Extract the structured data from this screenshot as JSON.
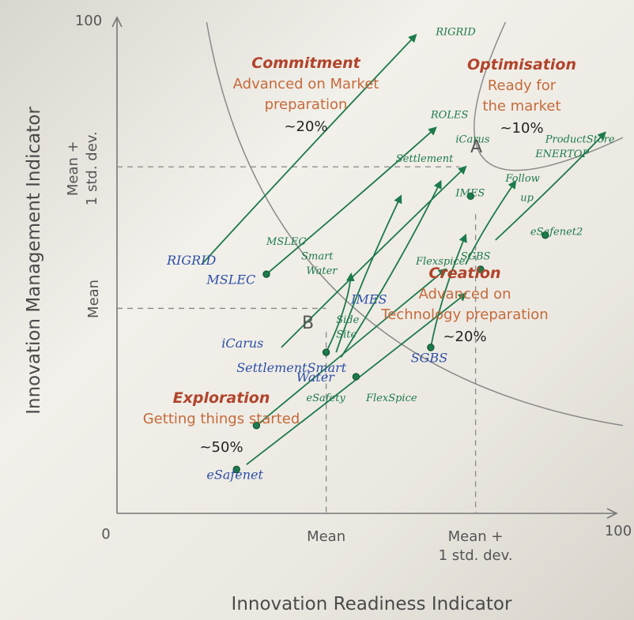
{
  "chart_data": {
    "type": "scatter",
    "xlabel": "Innovation Readiness Indicator",
    "ylabel": "Innovation Management Indicator",
    "xlim": [
      0,
      100
    ],
    "ylim": [
      0,
      100
    ],
    "x_ticks": [
      "0",
      "Mean",
      "Mean +\n1 std. dev.",
      "100"
    ],
    "y_ticks": [
      "100",
      "Mean +\n1 std. dev.",
      "Mean"
    ],
    "x_mean": 42,
    "x_mean_std": 72,
    "y_mean": 42,
    "y_mean_std": 71,
    "quadrants": [
      {
        "title": "Commitment",
        "line1": "Advanced on Market",
        "line2": "preparation",
        "pct": "~20%"
      },
      {
        "title": "Optimisation",
        "line1": "Ready for",
        "line2": "the market",
        "pct": "~10%"
      },
      {
        "title": "Creation",
        "line1": "Advanced on",
        "line2": "Technology preparation",
        "pct": "~20%"
      },
      {
        "title": "Exploration",
        "line1": "Getting things started",
        "line2": "",
        "pct": "~50%"
      }
    ],
    "markers": [
      "A",
      "B"
    ],
    "annotations_blue": [
      {
        "text": "RIGRID",
        "x": 10,
        "y": 51
      },
      {
        "text": "MSLEC",
        "x": 18,
        "y": 47
      },
      {
        "text": "iCarus",
        "x": 21,
        "y": 34
      },
      {
        "text": "SettlementSmart",
        "x": 24,
        "y": 29
      },
      {
        "text": "Water",
        "x": 36,
        "y": 27
      },
      {
        "text": "IMES",
        "x": 47,
        "y": 43
      },
      {
        "text": "eSafenet",
        "x": 18,
        "y": 7
      },
      {
        "text": "SGBS",
        "x": 59,
        "y": 31
      }
    ],
    "annotations_green": [
      {
        "text": "RIGRID",
        "x": 64,
        "y": 98
      },
      {
        "text": "ROLES",
        "x": 63,
        "y": 81
      },
      {
        "text": "iCarus",
        "x": 68,
        "y": 76
      },
      {
        "text": "ProductStore",
        "x": 86,
        "y": 76
      },
      {
        "text": "ENERTOP",
        "x": 84,
        "y": 73
      },
      {
        "text": "Settlement",
        "x": 56,
        "y": 72
      },
      {
        "text": "IMES",
        "x": 68,
        "y": 65
      },
      {
        "text": "Follow",
        "x": 78,
        "y": 68
      },
      {
        "text": "up",
        "x": 81,
        "y": 64
      },
      {
        "text": "MSLEC",
        "x": 30,
        "y": 55
      },
      {
        "text": "Smart",
        "x": 37,
        "y": 52
      },
      {
        "text": "Water",
        "x": 38,
        "y": 49
      },
      {
        "text": "eSafenet2",
        "x": 83,
        "y": 57
      },
      {
        "text": "SGBS",
        "x": 69,
        "y": 52
      },
      {
        "text": "Flexspice",
        "x": 60,
        "y": 51
      },
      {
        "text": "Side",
        "x": 44,
        "y": 39
      },
      {
        "text": "Site",
        "x": 44,
        "y": 36
      },
      {
        "text": "eSafety",
        "x": 38,
        "y": 23
      },
      {
        "text": "FlexSpice",
        "x": 50,
        "y": 23
      }
    ],
    "arrows": [
      {
        "from": [
          17,
          51
        ],
        "to": [
          60,
          98
        ]
      },
      {
        "from": [
          30,
          49
        ],
        "to": [
          64,
          79
        ]
      },
      {
        "from": [
          44,
          33
        ],
        "to": [
          57,
          65
        ]
      },
      {
        "from": [
          42,
          33
        ],
        "to": [
          47,
          49
        ]
      },
      {
        "from": [
          33,
          34
        ],
        "to": [
          70,
          71
        ]
      },
      {
        "from": [
          45,
          32
        ],
        "to": [
          65,
          68
        ]
      },
      {
        "from": [
          28,
          18
        ],
        "to": [
          66,
          50
        ]
      },
      {
        "from": [
          26,
          10
        ],
        "to": [
          70,
          45
        ]
      },
      {
        "from": [
          63,
          34
        ],
        "to": [
          70,
          57
        ]
      },
      {
        "from": [
          76,
          56
        ],
        "to": [
          98,
          78
        ]
      },
      {
        "from": [
          70,
          51
        ],
        "to": [
          80,
          68
        ]
      }
    ],
    "points": [
      {
        "x": 30,
        "y": 49
      },
      {
        "x": 42,
        "y": 33
      },
      {
        "x": 28,
        "y": 18
      },
      {
        "x": 24,
        "y": 9
      },
      {
        "x": 63,
        "y": 34
      },
      {
        "x": 48,
        "y": 28
      },
      {
        "x": 73,
        "y": 50
      },
      {
        "x": 86,
        "y": 57
      },
      {
        "x": 71,
        "y": 65
      }
    ]
  }
}
